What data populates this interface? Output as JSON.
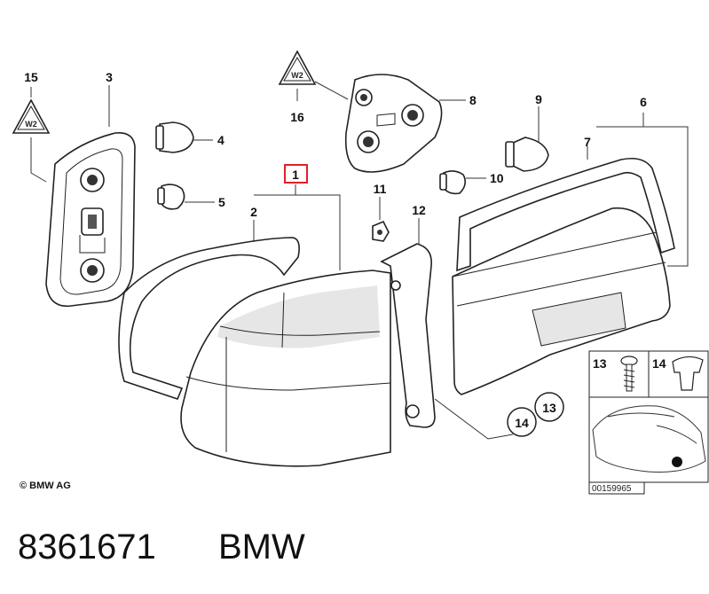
{
  "diagram": {
    "callouts": {
      "p1": "1",
      "p2": "2",
      "p3": "3",
      "p4": "4",
      "p5": "5",
      "p6": "6",
      "p7": "7",
      "p8": "8",
      "p9": "9",
      "p10": "10",
      "p11": "11",
      "p12": "12",
      "p13": "13",
      "p14": "14",
      "p15": "15",
      "p16": "16",
      "inset13": "13",
      "inset14": "14"
    },
    "inset_code": "00159965",
    "copyright": "© BMW AG",
    "part_number": "8361671",
    "brand": "BMW",
    "highlight_color": "#e0202a",
    "warning_icon": "warning-triangle-icon",
    "warning_symbol": "⚠"
  }
}
